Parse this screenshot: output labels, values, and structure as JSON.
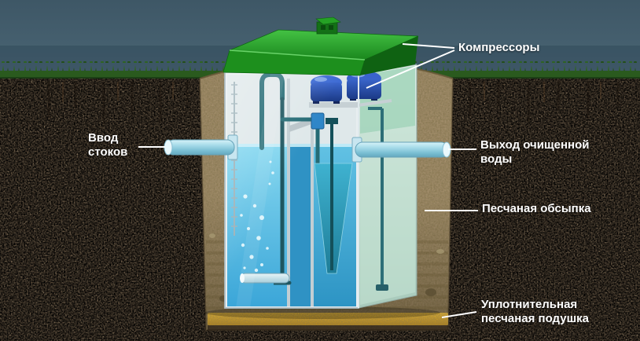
{
  "labels": {
    "compressors": "Компрессоры",
    "inlet": "Ввод\nстоков",
    "outlet": "Выход очищенной\nводы",
    "sand_backfill": "Песчаная обсыпка",
    "sand_cushion": "Уплотнительная\nпесчаная подушка"
  },
  "colors": {
    "label_text": "#ffffff",
    "leader_line": "#ffffff",
    "lid_green": "#1d8f1d",
    "water_blue": "#2f92c4",
    "sand": "#8a794c",
    "cushion_yellow": "#d9a41f",
    "soil_brown": "#2a1d12",
    "sky_slate": "#41596a"
  }
}
